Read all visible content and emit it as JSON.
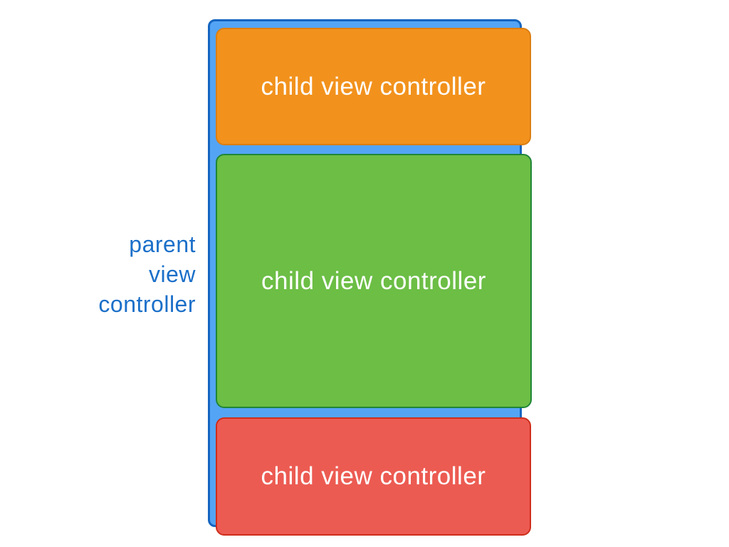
{
  "title": "view controller containment diagram",
  "parent": {
    "label": "parent view controller",
    "label_lines": [
      "parent",
      "view",
      "controller"
    ],
    "fill": "#54A4F5",
    "border": "#1565C0",
    "label_color": "#1B6FC9"
  },
  "children": [
    {
      "id": "child-top",
      "label": "child view controller",
      "fill": "#F2921D",
      "border": "#DB7E12"
    },
    {
      "id": "child-middle",
      "label": "child view controller",
      "fill": "#6CBE45",
      "border": "#1F8637"
    },
    {
      "id": "child-bottom",
      "label": "child view controller",
      "fill": "#EC5B52",
      "border": "#CE2D1B"
    }
  ],
  "child_label_color": "#FFFFFF"
}
